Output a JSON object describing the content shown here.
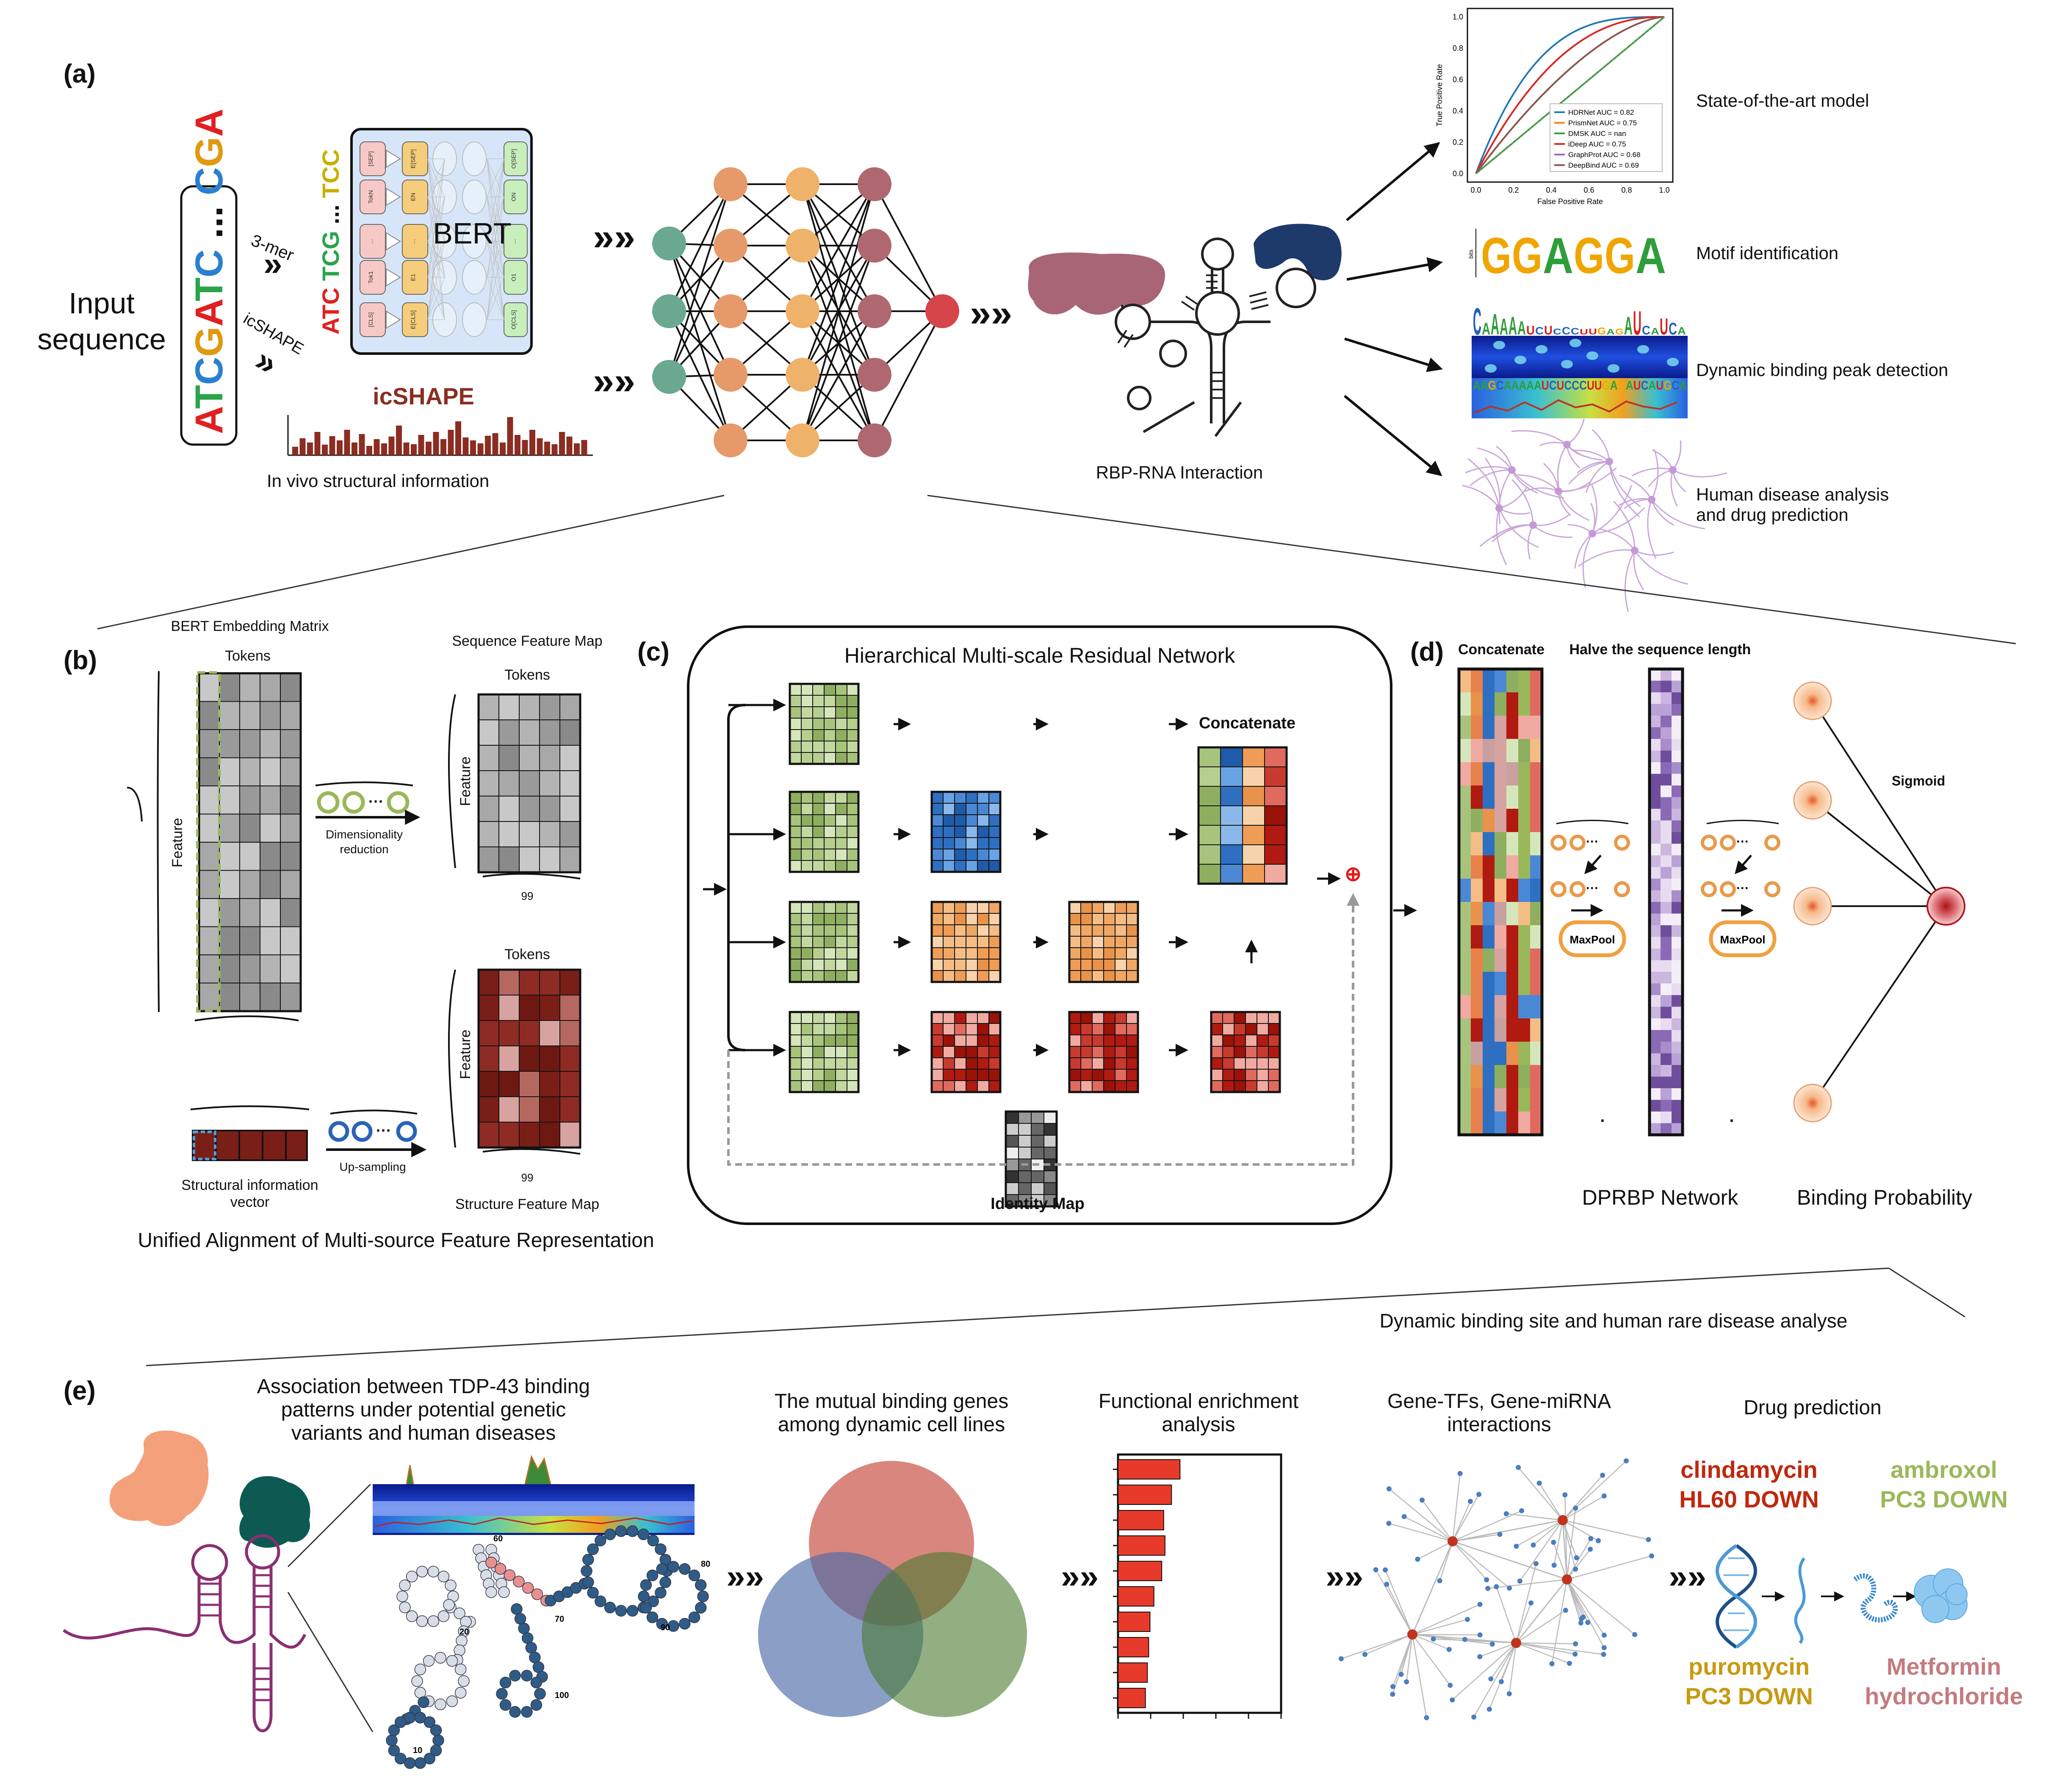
{
  "panels": {
    "a": "(a)",
    "b": "(b)",
    "c": "(c)",
    "d": "(d)",
    "e": "(e)"
  },
  "a": {
    "input_line1": "Input",
    "input_line2": "sequence",
    "seq_parts": [
      {
        "t": "A",
        "c": "#e02020"
      },
      {
        "t": "T",
        "c": "#2aa34a"
      },
      {
        "t": "C",
        "c": "#2a7fd0"
      },
      {
        "t": "G",
        "c": "#e09a10"
      },
      {
        "t": "A",
        "c": "#e02020"
      },
      {
        "t": "T",
        "c": "#2aa34a"
      },
      {
        "t": "C",
        "c": "#2a7fd0"
      },
      {
        "t": " ... ",
        "c": "#111111"
      },
      {
        "t": "C",
        "c": "#2a7fd0"
      },
      {
        "t": "G",
        "c": "#e09a10"
      },
      {
        "t": "A",
        "c": "#e02020"
      }
    ],
    "kmer_label": "3-mer",
    "icshape_arrow_label": "icSHAPE",
    "kmers": [
      {
        "t": "ATC",
        "c": "#e02020"
      },
      {
        "t": "TCG",
        "c": "#2aa34a"
      },
      {
        "t": "...",
        "c": "#111111"
      },
      {
        "t": "TCC",
        "c": "#c8b000"
      }
    ],
    "bert_label": "BERT",
    "bert_tokens_in": [
      "[SEP]",
      "TokN",
      "...",
      "Tok1",
      "[CLS]"
    ],
    "bert_emb": [
      "E[SEP]",
      "EN",
      "...",
      "E1",
      "E[CLS]"
    ],
    "bert_out": [
      "O[SEP]",
      "ON",
      "...",
      "O1",
      "O[CLS]"
    ],
    "icshape_title": "icSHAPE",
    "icshape_caption": "In vivo structural information",
    "rbp_caption": "RBP-RNA Interaction",
    "outputs": [
      "State-of-the-art model",
      "Motif identification",
      "Dynamic binding peak detection",
      "Human disease analysis",
      "and drug prediction"
    ],
    "roc": {
      "xlabel": "False Positive Rate",
      "ylabel": "True Positive Rate",
      "ticks": [
        "0.0",
        "0.2",
        "0.4",
        "0.6",
        "0.8",
        "1.0"
      ],
      "legend": [
        {
          "name": "HDRNet AUC = 0.82",
          "color": "#1f77b4"
        },
        {
          "name": "PrismNet AUC = 0.75",
          "color": "#ff7f0e"
        },
        {
          "name": "DMSK AUC = nan",
          "color": "#2ca02c"
        },
        {
          "name": "iDeep AUC = 0.75",
          "color": "#d62728"
        },
        {
          "name": "GraphProt AUC = 0.68",
          "color": "#9467bd"
        },
        {
          "name": "DeepBind AUC = 0.69",
          "color": "#8c564b"
        }
      ]
    },
    "motif1": [
      "G",
      "G",
      "A",
      "G",
      "G",
      "A"
    ],
    "motif1_colors": [
      "#f0a500",
      "#f0a500",
      "#2e9e3a",
      "#f0a500",
      "#f0a500",
      "#2e9e3a"
    ],
    "motif2": "CAAAAAUCUCCCUUGAGAUCAUCA",
    "motif2_colors": {
      "A": "#2e9e3a",
      "C": "#2060c0",
      "G": "#f0a500",
      "U": "#d62020"
    },
    "peak_seq": "AAGCAAAAAUCUCCCUUGAGAUCAUGCA"
  },
  "b": {
    "bert_matrix_title": "BERT Embedding Matrix",
    "tokens": "Tokens",
    "feature": "Feature",
    "dim_reduction_line1": "Dimensionality",
    "dim_reduction_line2": "reduction",
    "seq_map_title": "Sequence Feature Map",
    "tokens2": "Tokens",
    "feature2": "Feature",
    "n99_a": "99",
    "tokens3": "Tokens",
    "feature3": "Feature",
    "n99_b": "99",
    "struct_vec_line1": "Structural information",
    "struct_vec_line2": "vector",
    "upsampling": "Up-sampling",
    "struct_map_title": "Structure Feature Map",
    "caption": "Unified Alignment of Multi-source Feature Representation"
  },
  "c": {
    "title": "Hierarchical Multi-scale Residual Network",
    "concatenate": "Concatenate",
    "identity_map": "Identity Map",
    "plus": "⊕"
  },
  "d": {
    "concatenate": "Concatenate",
    "halve": "Halve the sequence length",
    "maxpool": "MaxPool",
    "sigmoid": "Sigmoid",
    "network": "DPRBP Network",
    "probability": "Binding Probability"
  },
  "e": {
    "section_title": "Dynamic binding site and human rare disease analyse",
    "assoc_lines": [
      "Association between TDP-43 binding",
      "patterns under potential genetic",
      "variants and human diseases"
    ],
    "mutual_lines": [
      "The mutual binding genes",
      "among dynamic cell lines"
    ],
    "enrich_lines": [
      "Functional enrichment",
      "analysis"
    ],
    "tf_lines": [
      "Gene-TFs, Gene-miRNA",
      "interactions"
    ],
    "drug_title": "Drug prediction",
    "drugs": [
      {
        "l1": "clindamycin",
        "l2": "HL60 DOWN",
        "color": "#c0280e"
      },
      {
        "l1": "ambroxol",
        "l2": "PC3 DOWN",
        "color": "#9ab85a"
      },
      {
        "l1": "puromycin",
        "l2": "PC3 DOWN",
        "color": "#c89a12"
      },
      {
        "l1": "Metformin",
        "l2": "hydrochloride",
        "color": "#c47b80"
      }
    ],
    "rna_numbers": [
      "10",
      "20",
      "60",
      "70",
      "80",
      "90",
      "100"
    ],
    "enrichment_values": [
      9.5,
      8.2,
      7.0,
      7.2,
      6.7,
      5.5,
      4.9,
      4.7,
      4.5,
      4.2
    ]
  }
}
